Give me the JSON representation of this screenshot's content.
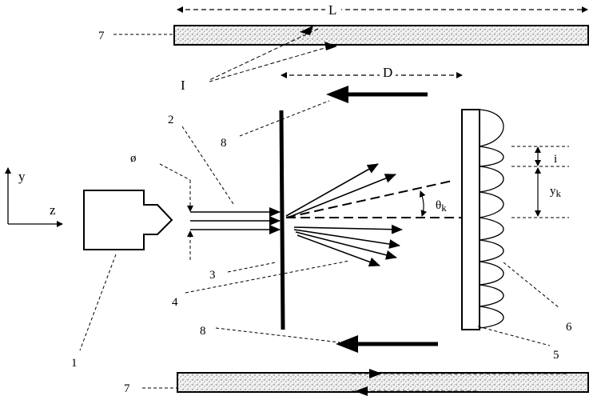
{
  "labels": {
    "length": "L",
    "distance": "D",
    "current": "I",
    "diameter": "ø",
    "axis_y": "y",
    "axis_z": "z",
    "angle": "θ",
    "angle_sub": "k",
    "offset": "y",
    "offset_sub": "k",
    "spacing": "i",
    "part_1": "1",
    "part_2": "2",
    "part_3": "3",
    "part_4": "4",
    "part_5": "5",
    "part_6": "6",
    "part_7_top": "7",
    "part_7_bottom": "7",
    "part_8_top": "8",
    "part_8_bottom": "8"
  },
  "colors": {
    "ink": "#000000",
    "fill": "#ffffff",
    "stipple": "#555555"
  }
}
